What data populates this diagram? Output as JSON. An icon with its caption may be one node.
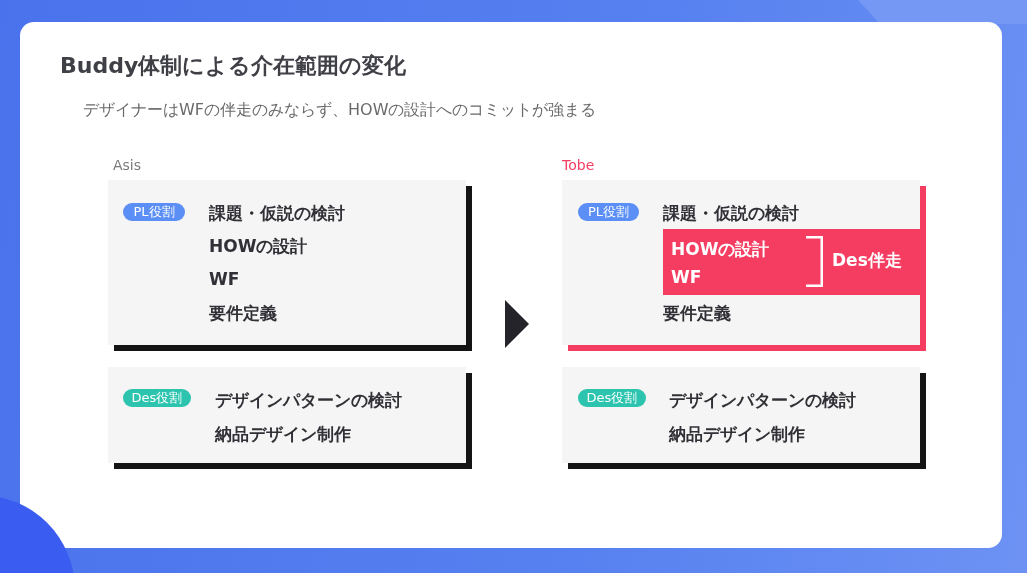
{
  "diagram": {
    "title": "Buddy体制による介在範囲の変化",
    "nodes": [
      {
        "text": [
          "課題・仮説の検討",
          "HOWの設計",
          "WF",
          "要件定義"
        ]
      },
      {
        "text": [
          "PL役割"
        ],
        "in": 0
      },
      {
        "text": [
          "デザインパターンの検討",
          "納品デザイン制作"
        ]
      },
      {
        "text": [
          "Des役割"
        ],
        "in": 2
      },
      {
        "text": [
          "課題・仮説の検討",
          "要件定義"
        ]
      },
      {
        "text": [
          "PL役割"
        ],
        "in": 4
      },
      {
        "text": [
          "HOWの設計",
          "WF",
          "Des伴走"
        ],
        "in": 4
      },
      {
        "text": [
          "デザインパターンの検討",
          "納品デザイン制作"
        ]
      },
      {
        "text": [
          "Des役割"
        ],
        "in": 7
      }
    ],
    "edges": [
      {
        "from": 0,
        "to": 4,
        "arrow": "to"
      }
    ],
    "labels": [
      "デザイナーはWFの伴走のみならず、HOWの設計へのコミットが強まる",
      "Asis",
      "Tobe"
    ]
  }
}
